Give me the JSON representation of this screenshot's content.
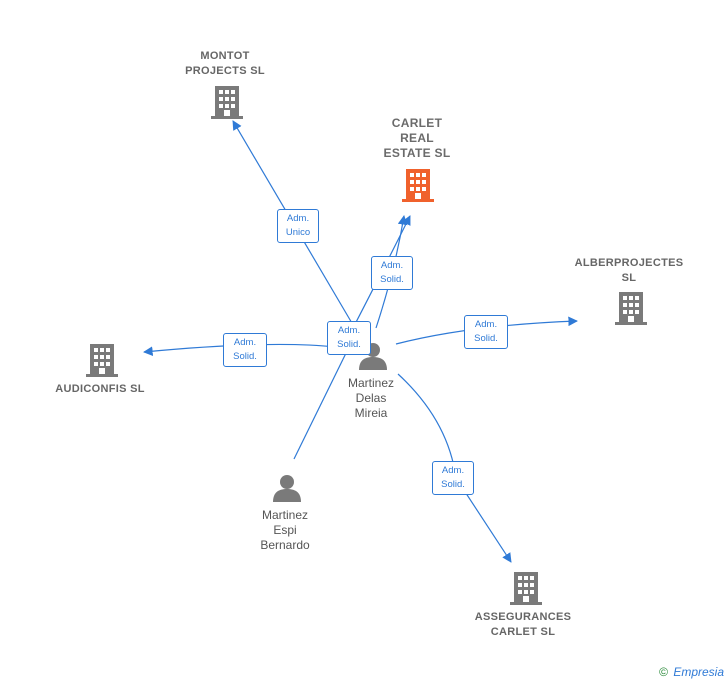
{
  "colors": {
    "edge": "#2f7ad6",
    "building": "#7a7a7a",
    "building_highlight": "#f0612c",
    "person": "#7a7a7a"
  },
  "companies": {
    "montot": "MONTOT\nPROJECTS  SL",
    "carlet": "CARLET\nREAL\nESTATE  SL",
    "alber": "ALBERPROJECTES\nSL",
    "audiconfis": "AUDICONFIS SL",
    "assegurances": "ASSEGURANCES\nCARLET  SL"
  },
  "persons": {
    "mireia": "Martinez\nDelas\nMireia",
    "bernardo": "Martinez\nEspi\nBernardo"
  },
  "edges": {
    "unico": "Adm.\nUnico",
    "solid_carlet": "Adm.\nSolid.",
    "solid_center": "Adm.\nSolid.",
    "solid_audiconfis": "Adm.\nSolid.",
    "solid_alber": "Adm.\nSolid.",
    "solid_assegurances": "Adm.\nSolid."
  },
  "footer": {
    "copyright": "©",
    "brand": "Empresia"
  }
}
